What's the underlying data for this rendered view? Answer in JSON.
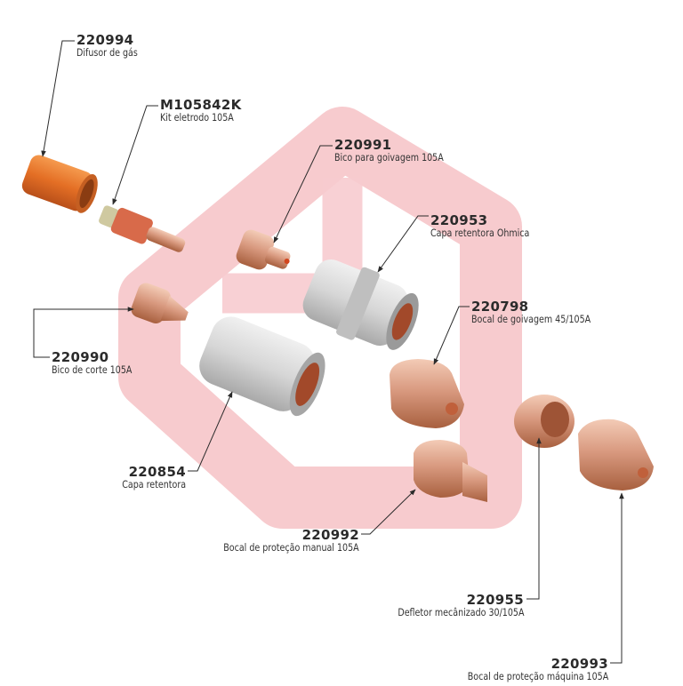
{
  "parts": [
    {
      "code": "220994",
      "desc": "Difusor de gás"
    },
    {
      "code": "M105842K",
      "desc": "Kit eletrodo 105A"
    },
    {
      "code": "220991",
      "desc": "Bico para goivagem 105A"
    },
    {
      "code": "220953",
      "desc": "Capa retentora Ohmica"
    },
    {
      "code": "220798",
      "desc": "Bocal de goivagem 45/105A"
    },
    {
      "code": "220990",
      "desc": "Bico de corte 105A"
    },
    {
      "code": "220854",
      "desc": "Capa retentora"
    },
    {
      "code": "220992",
      "desc": "Bocal de proteção manual 105A"
    },
    {
      "code": "220955",
      "desc": "Defletor mecânizado 30/105A"
    },
    {
      "code": "220993",
      "desc": "Bocal de proteção máquina 105A"
    }
  ],
  "colors": {
    "logo": "#f6c2c6",
    "copper": "#d9957a",
    "orange": "#e8742c",
    "grey": "#d8d8d8",
    "text": "#2b2b2b"
  }
}
